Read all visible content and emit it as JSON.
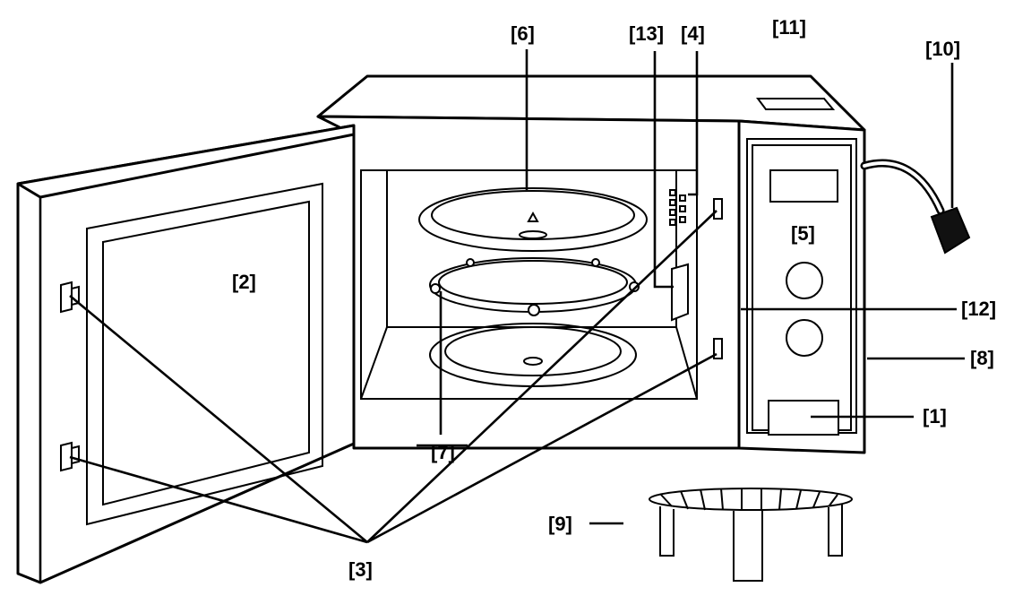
{
  "labels": {
    "l1": "[1]",
    "l2": "[2]",
    "l3": "[3]",
    "l4": "[4]",
    "l5": "[5]",
    "l6": "[6]",
    "l7": "[7]",
    "l8": "[8]",
    "l9": "[9]",
    "l10": "[10]",
    "l11": "[11]",
    "l12": "[12]",
    "l13": "[13]"
  }
}
